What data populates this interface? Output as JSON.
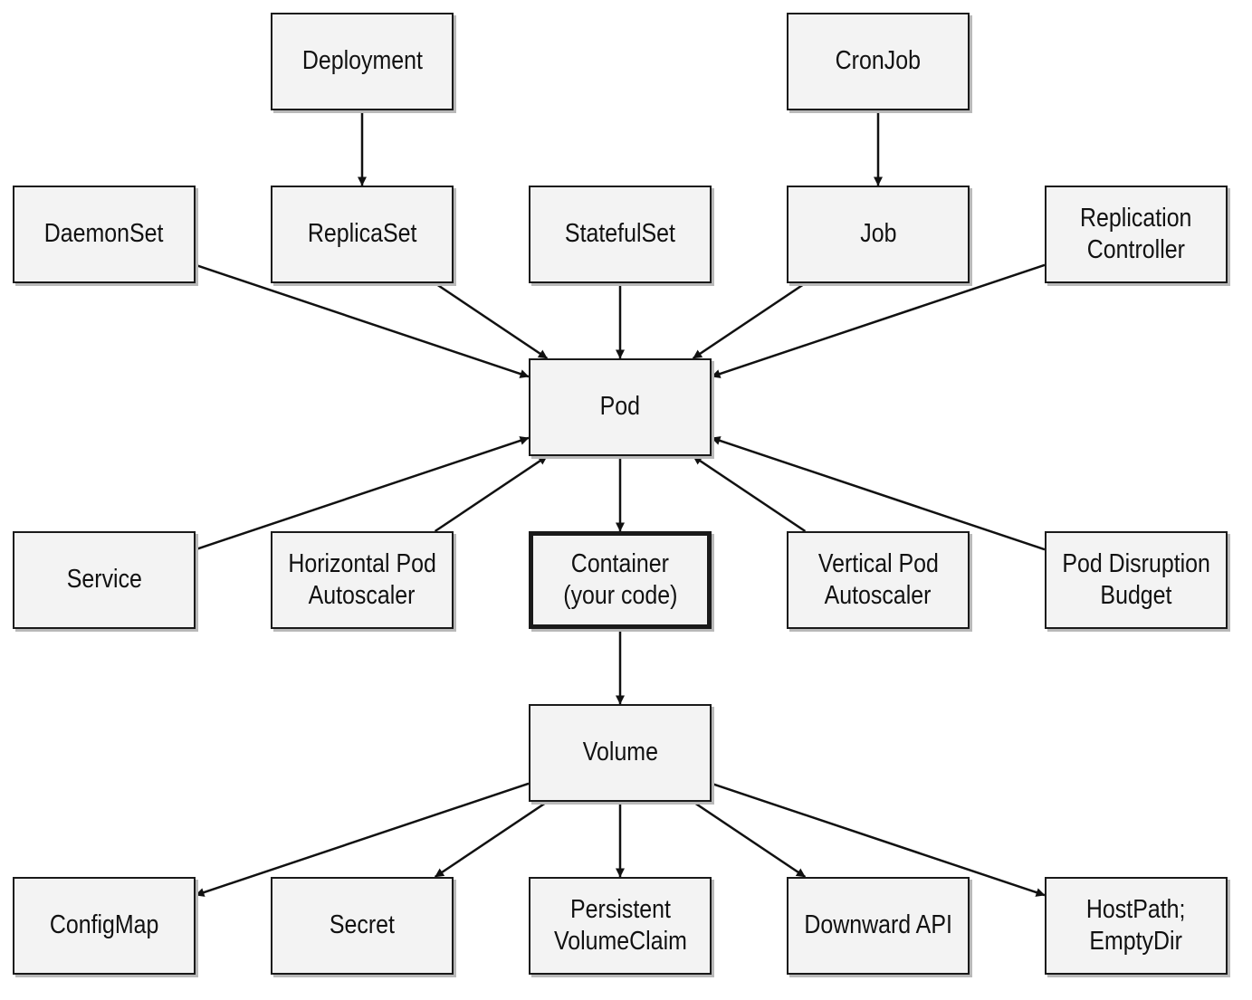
{
  "nodes": {
    "deployment": [
      "Deployment"
    ],
    "cronjob": [
      "CronJob"
    ],
    "daemonset": [
      "DaemonSet"
    ],
    "replicaset": [
      "ReplicaSet"
    ],
    "statefulset": [
      "StatefulSet"
    ],
    "job": [
      "Job"
    ],
    "replication_controller": [
      "Replication",
      "Controller"
    ],
    "pod": [
      "Pod"
    ],
    "service": [
      "Service"
    ],
    "hpa": [
      "Horizontal Pod",
      "Autoscaler"
    ],
    "container": [
      "Container",
      "(your code)"
    ],
    "vpa": [
      "Vertical Pod",
      "Autoscaler"
    ],
    "pdb": [
      "Pod Disruption",
      "Budget"
    ],
    "volume": [
      "Volume"
    ],
    "configmap": [
      "ConfigMap"
    ],
    "secret": [
      "Secret"
    ],
    "pvc": [
      "Persistent",
      "VolumeClaim"
    ],
    "downward_api": [
      "Downward API"
    ],
    "hostpath": [
      "HostPath;",
      "EmptyDir"
    ]
  },
  "edges": [
    [
      "deployment",
      "replicaset"
    ],
    [
      "cronjob",
      "job"
    ],
    [
      "daemonset",
      "pod"
    ],
    [
      "replicaset",
      "pod"
    ],
    [
      "statefulset",
      "pod"
    ],
    [
      "job",
      "pod"
    ],
    [
      "replication_controller",
      "pod"
    ],
    [
      "service",
      "pod"
    ],
    [
      "hpa",
      "pod"
    ],
    [
      "vpa",
      "pod"
    ],
    [
      "pdb",
      "pod"
    ],
    [
      "pod",
      "container"
    ],
    [
      "container",
      "volume"
    ],
    [
      "volume",
      "configmap"
    ],
    [
      "volume",
      "secret"
    ],
    [
      "volume",
      "pvc"
    ],
    [
      "volume",
      "downward_api"
    ],
    [
      "volume",
      "hostpath"
    ]
  ]
}
